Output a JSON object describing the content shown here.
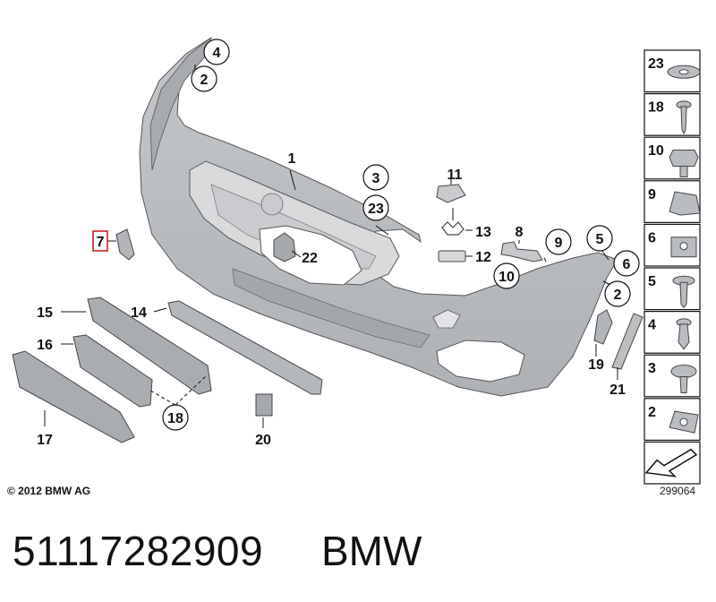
{
  "diagram": {
    "callouts": [
      {
        "id": "c4",
        "label": "4",
        "circled": true
      },
      {
        "id": "c2a",
        "label": "2",
        "circled": true
      },
      {
        "id": "c1",
        "label": "1",
        "circled": false
      },
      {
        "id": "c3",
        "label": "3",
        "circled": true
      },
      {
        "id": "c23",
        "label": "23",
        "circled": true
      },
      {
        "id": "c11",
        "label": "11",
        "circled": false
      },
      {
        "id": "c13",
        "label": "13",
        "circled": false
      },
      {
        "id": "c12",
        "label": "12",
        "circled": false
      },
      {
        "id": "c8",
        "label": "8",
        "circled": false
      },
      {
        "id": "c9",
        "label": "9",
        "circled": true
      },
      {
        "id": "c10",
        "label": "10",
        "circled": true
      },
      {
        "id": "c5",
        "label": "5",
        "circled": true
      },
      {
        "id": "c6",
        "label": "6",
        "circled": true
      },
      {
        "id": "c2b",
        "label": "2",
        "circled": true
      },
      {
        "id": "c7",
        "label": "7",
        "circled": false,
        "highlighted": true
      },
      {
        "id": "c22",
        "label": "22",
        "circled": false
      },
      {
        "id": "c15",
        "label": "15",
        "circled": false
      },
      {
        "id": "c14",
        "label": "14",
        "circled": false
      },
      {
        "id": "c16",
        "label": "16",
        "circled": false
      },
      {
        "id": "c17",
        "label": "17",
        "circled": false
      },
      {
        "id": "c18",
        "label": "18",
        "circled": true
      },
      {
        "id": "c20",
        "label": "20",
        "circled": false
      },
      {
        "id": "c19",
        "label": "19",
        "circled": false
      },
      {
        "id": "c21",
        "label": "21",
        "circled": false
      }
    ],
    "legend": [
      {
        "label": "23",
        "icon": "washer-icon"
      },
      {
        "label": "18",
        "icon": "screw-icon"
      },
      {
        "label": "10",
        "icon": "hex-nut-icon"
      },
      {
        "label": "9",
        "icon": "spring-clip-icon"
      },
      {
        "label": "6",
        "icon": "clip-nut-icon"
      },
      {
        "label": "5",
        "icon": "flange-screw-icon"
      },
      {
        "label": "4",
        "icon": "expanding-rivet-icon"
      },
      {
        "label": "3",
        "icon": "collar-screw-icon"
      },
      {
        "label": "2",
        "icon": "speed-nut-icon"
      },
      {
        "label": "",
        "icon": "arrow-icon"
      }
    ],
    "copyright": "© 2012 BMW AG",
    "drawing_number": "299064",
    "highlight_color": "#d0202a",
    "part_fill": "#b9bcc0",
    "line_color": "#111111"
  },
  "footer": {
    "part_number": "51117282909",
    "brand": "BMW"
  }
}
